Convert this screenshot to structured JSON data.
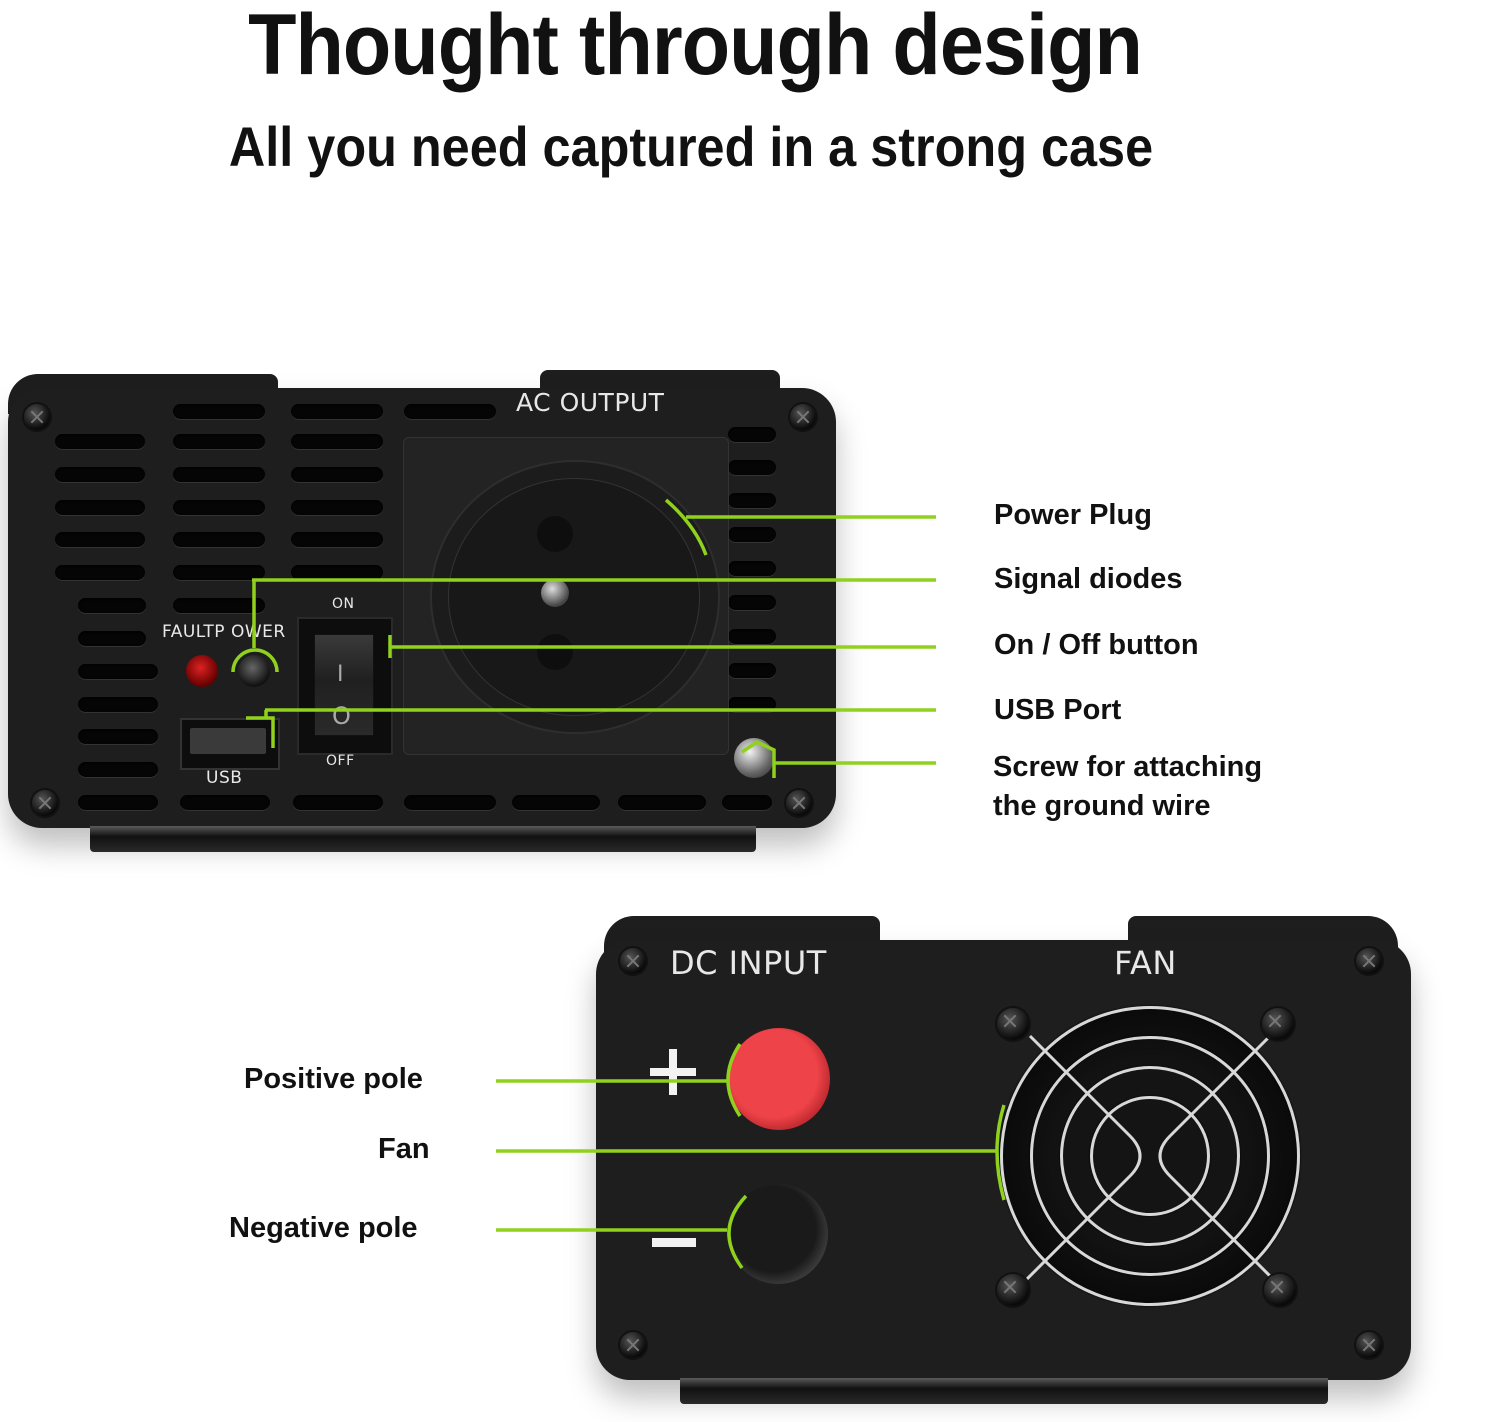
{
  "header": {
    "title": "Thought through design",
    "subtitle": "All you need captured in a strong case"
  },
  "colors": {
    "accent_green": "#8fd11d",
    "case_black": "#1e1e1f",
    "positive_red": "#ee4348",
    "text": "#111111",
    "background": "#ffffff"
  },
  "ac_panel": {
    "label": "AC OUTPUT",
    "fault_power_label": "FAULTP OWER",
    "switch_on_label": "ON",
    "switch_off_label": "OFF",
    "switch_on_glyph": "I",
    "switch_off_glyph": "O",
    "usb_label": "USB",
    "callouts": [
      {
        "label": "Power Plug",
        "target": "ac-socket"
      },
      {
        "label": "Signal diodes",
        "target": "power-led"
      },
      {
        "label": "On / Off button",
        "target": "rocker-switch"
      },
      {
        "label": "USB Port",
        "target": "usb-port"
      },
      {
        "label_line1": "Screw for attaching",
        "label_line2": "the ground wire",
        "target": "ground-screw"
      }
    ]
  },
  "dc_panel": {
    "input_label": "DC INPUT",
    "fan_label": "FAN",
    "plus_glyph": "+",
    "minus_glyph": "−",
    "callouts": [
      {
        "label": "Positive pole",
        "target": "positive-terminal"
      },
      {
        "label": "Fan",
        "target": "fan-grille"
      },
      {
        "label": "Negative pole",
        "target": "negative-terminal"
      }
    ]
  }
}
